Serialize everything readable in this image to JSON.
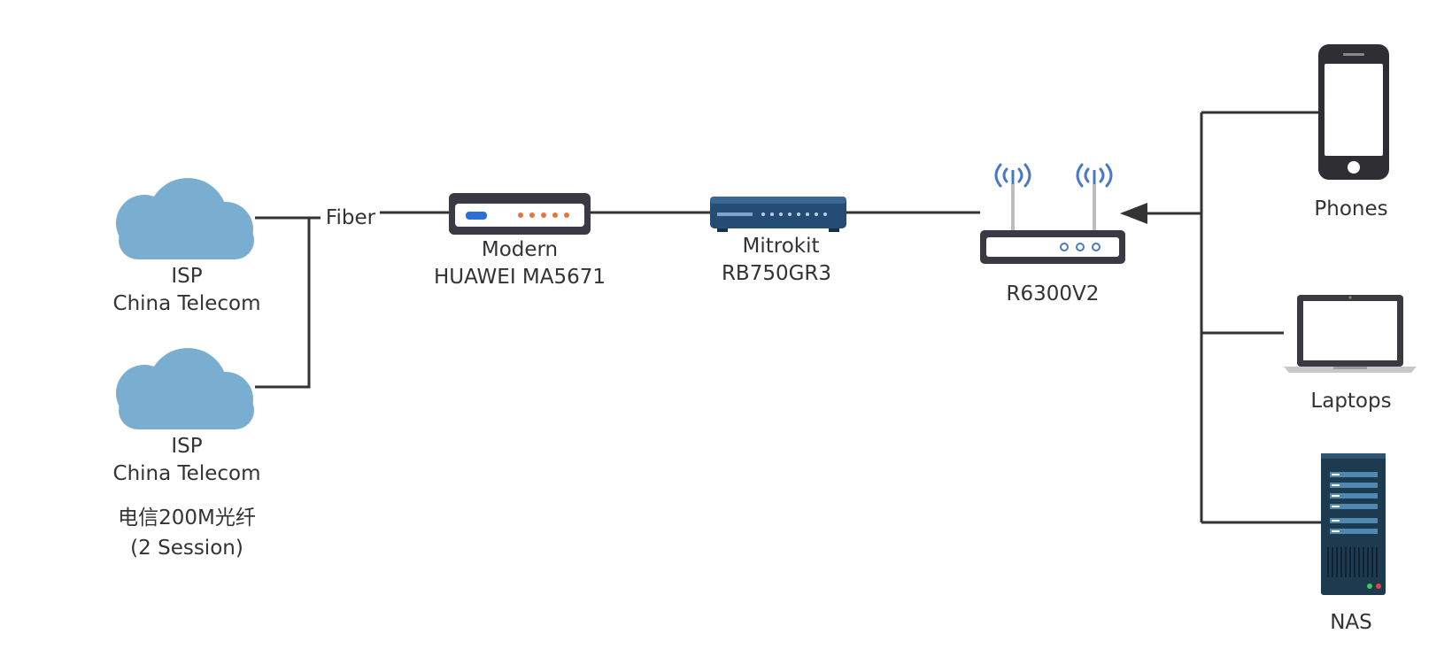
{
  "colors": {
    "cloud": "#79aed1",
    "line": "#333333",
    "device_dark": "#3b3a44",
    "switch_blue": "#244c75",
    "wifi_blue": "#4a78c8",
    "accent_orange": "#e8743b",
    "led_blue": "#2e6fd6",
    "nas_body": "#1e3a4f"
  },
  "isp_top": {
    "line1": "ISP",
    "line2": "China Telecom"
  },
  "isp_bottom": {
    "line1": "ISP",
    "line2": "China Telecom"
  },
  "isp_note": {
    "line1": "电信200M光纤",
    "line2": "(2 Session)"
  },
  "link_label": "Fiber",
  "modem": {
    "line1": "Modern",
    "line2": "HUAWEI MA5671"
  },
  "mikrotik": {
    "line1": "Mitrokit",
    "line2": "RB750GR3"
  },
  "router": {
    "label": "R6300V2"
  },
  "clients": {
    "phones": "Phones",
    "laptops": "Laptops",
    "nas": "NAS"
  },
  "icons": {
    "isp_top": "cloud-icon",
    "isp_bottom": "cloud-icon",
    "modem": "modem-icon",
    "mikrotik": "switch-router-icon",
    "router": "wifi-router-icon",
    "phones": "smartphone-icon",
    "laptops": "laptop-icon",
    "nas": "server-rack-icon"
  }
}
